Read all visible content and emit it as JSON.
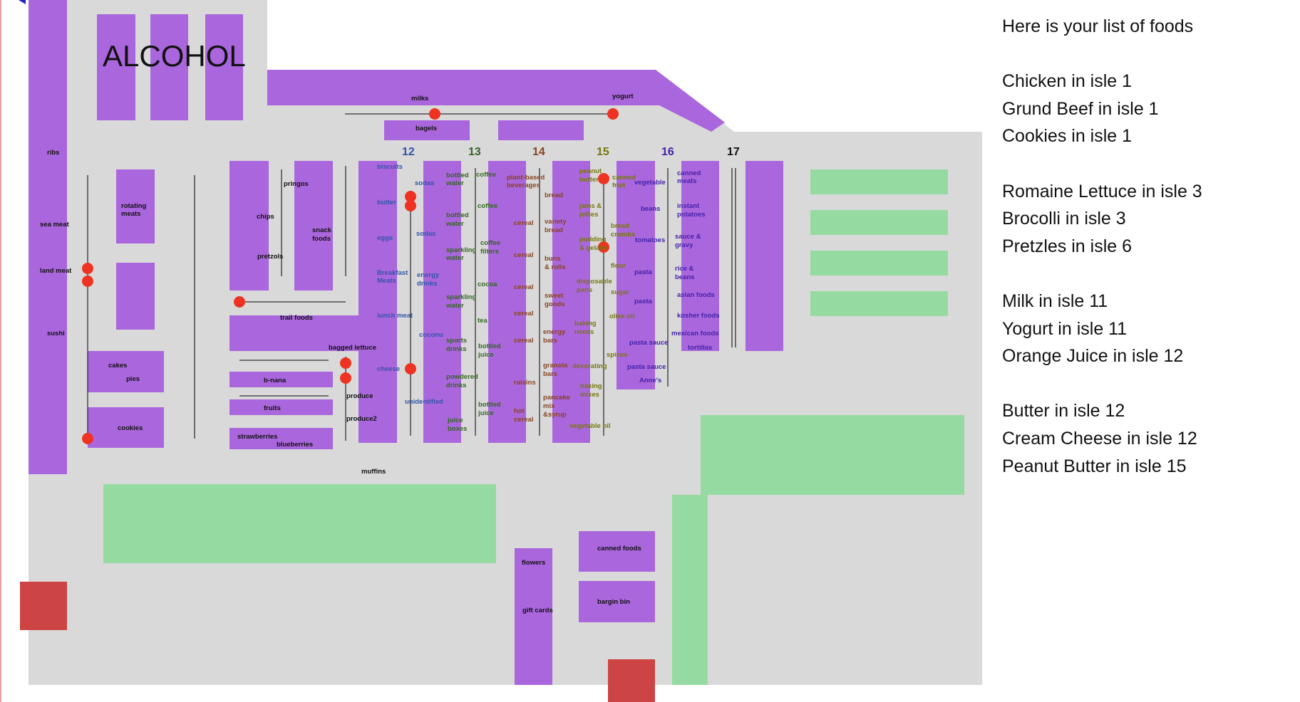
{
  "colors": {
    "floor": "#d9d9d9",
    "shelf": "#aa66dd",
    "produce": "#95dba1",
    "door": "#cc4444",
    "marker": "#ee3322",
    "line": "#333333",
    "isle12": "#3355aa",
    "isle13": "#336622",
    "isle14": "#884422",
    "isle15": "#777711",
    "isle16": "#4422aa",
    "isle17": "#111111",
    "text": "#111111"
  },
  "map": {
    "alcohol_sign": "ALCOHOL",
    "isle_numbers": [
      "12",
      "13",
      "14",
      "15",
      "16",
      "17"
    ],
    "labels": {
      "ribs": "ribs",
      "sea_meat": "sea meat",
      "land_meat": "land meat",
      "sushi": "sushi",
      "rotating_meats": [
        "rotating",
        "meats"
      ],
      "cakes": "cakes",
      "pies": "pies",
      "cookies": "cookies",
      "chips": "chips",
      "pringos": "pringos",
      "pretzols": "pretzols",
      "snack_foods": [
        "snack",
        "foods"
      ],
      "trail_foods": "trail foods",
      "bagged_lettuce": "bagged lettuce",
      "b_nana": "b-nana",
      "fruits": "fruits",
      "strawberries": "strawberries",
      "blueberries": "blueberries",
      "produce": "produce",
      "produce2": "produce2",
      "muffins": "muffins",
      "milks": "milks",
      "yogurt": "yogurt",
      "bagels": "bagels",
      "flowers": "flowers",
      "gift_cards": "gift cards",
      "canned_foods": "canned foods",
      "bargin_bin": "bargin bin",
      "biscuits": "biscuits",
      "butter": "butter",
      "eggs": "eggs",
      "breakfast_meats": [
        "Breakfast",
        "Meats"
      ],
      "lunch_meat": "lunch meat",
      "cheese": "cheese",
      "sodas_1": "sodas",
      "sodas_2": "sodas",
      "energy_drinks": [
        "energy",
        "drinks"
      ],
      "coconu": "coconu",
      "unidentified": "unidentified",
      "bottled_water_1": [
        "bottled",
        "water"
      ],
      "bottled_water_2": [
        "bottled",
        "water"
      ],
      "sparkling_water_1": [
        "sparkling",
        "water"
      ],
      "sparkling_water_2": [
        "sparkling",
        "water"
      ],
      "sports_drinks": [
        "sports",
        "drinks"
      ],
      "powdered_drinks": [
        "powdered",
        "drinks"
      ],
      "juice_boxes": [
        "juice",
        "boxes"
      ],
      "coffee_1": "coffee",
      "coffee_2": "coffee",
      "coffee_filters": [
        "coffee",
        "filters"
      ],
      "cocoa": "cocoa",
      "tea": "tea",
      "bottled_juice_1": [
        "bottled",
        "juice"
      ],
      "bottled_juice_2": [
        "bottled",
        "juice"
      ],
      "plant_based_beverages": [
        "plant-based",
        "beverages"
      ],
      "cereal_1": "cereal",
      "cereal_2": "cereal",
      "cereal_3": "cereal",
      "cereal_4": "cereal",
      "cereal_5": "cereal",
      "raisins": "raisins",
      "hot_cereal": [
        "hot",
        "cereal"
      ],
      "bread": "bread",
      "variety_bread": [
        "variety",
        "bread"
      ],
      "buns_rolls": [
        "buns",
        "& rolls"
      ],
      "sweet_goods": [
        "sweet",
        "goods"
      ],
      "energy_bars": [
        "energy",
        "bars"
      ],
      "granola_bars": [
        "granola",
        "bars"
      ],
      "pancake_mix": [
        "pancake",
        "mix",
        "&syrup"
      ],
      "peanut_butter": [
        "peanut",
        "butter"
      ],
      "jams_jellies": [
        "jams &",
        "jellies"
      ],
      "pudding_gelatin": [
        "pudding",
        "& gelatin"
      ],
      "disposable_pans": [
        "disposable",
        "pans"
      ],
      "baking_needs": [
        "baking",
        "needs"
      ],
      "decorating": "decorating",
      "baking_mixes": [
        "baking",
        "mixes"
      ],
      "vegetable_oil": "vegetable oil",
      "canned_fruit": [
        "canned",
        "fruit"
      ],
      "bread_crumbs": [
        "bread",
        "crumbs"
      ],
      "flour": "flour",
      "sugar": "sugar",
      "olive_oil": "olive oil",
      "spices": "spices",
      "vegetable": "vegetable",
      "beans": "beans",
      "tomatoes": "tomatoes",
      "pasta_1": "pasta",
      "pasta_2": "pasta",
      "pasta_sauce_1": "pasta sauce",
      "pasta_sauce_2": "pasta sauce",
      "annes": "Anne's",
      "canned_meats": [
        "canned",
        "meats"
      ],
      "instant_potatoes": [
        "instant",
        "potatoes"
      ],
      "sauce_gravy": [
        "sauce &",
        "gravy"
      ],
      "rice_beans": [
        "rice &",
        "beans"
      ],
      "asian_foods": "asian foods",
      "kosher_foods": "kosher foods",
      "mexican_foods": "mexican foods",
      "tortillas": "tortillas"
    }
  },
  "food_list": {
    "title": "Here is your list of foods",
    "groups": [
      [
        "Chicken in isle 1",
        "Grund Beef in isle 1",
        "Cookies in isle 1"
      ],
      [
        "Romaine Lettuce in isle 3",
        "Brocolli in isle 3",
        "Pretzles in isle 6"
      ],
      [
        "Milk in isle 11",
        "Yogurt in isle 11",
        "Orange Juice in isle 12"
      ],
      [
        "Butter in isle 12",
        "Cream Cheese in isle 12",
        "Peanut Butter in isle 15"
      ]
    ]
  }
}
